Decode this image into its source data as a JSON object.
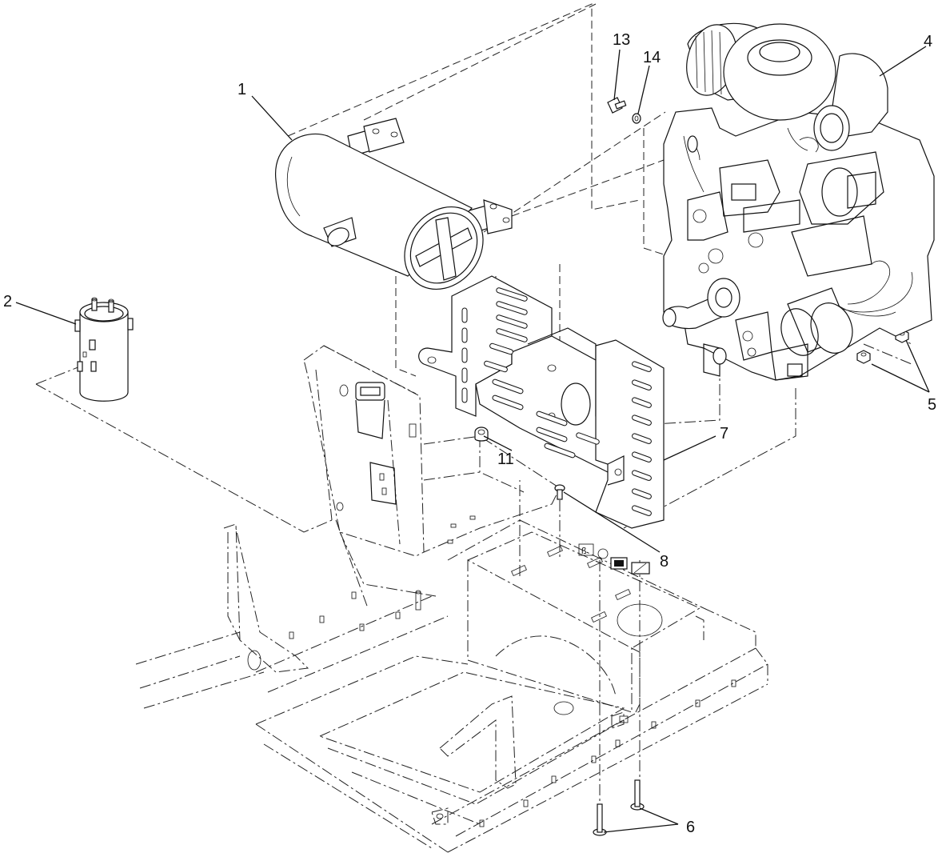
{
  "callouts": [
    {
      "id": "1",
      "label": "1"
    },
    {
      "id": "2",
      "label": "2"
    },
    {
      "id": "4",
      "label": "4"
    },
    {
      "id": "5",
      "label": "5"
    },
    {
      "id": "6",
      "label": "6"
    },
    {
      "id": "7",
      "label": "7"
    },
    {
      "id": "8",
      "label": "8"
    },
    {
      "id": "11",
      "label": "11"
    },
    {
      "id": "13",
      "label": "13"
    },
    {
      "id": "14",
      "label": "14"
    }
  ]
}
